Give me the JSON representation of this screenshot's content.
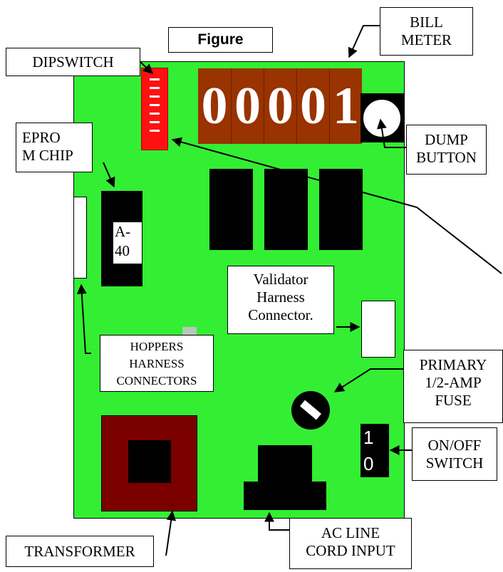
{
  "figure_title": "Figure",
  "labels": {
    "dipswitch": "DIPSWITCH",
    "bill_meter": "BILL\nMETER",
    "eprom_chip": "EPRO\nM CHIP",
    "chip_marking": "A-\n40",
    "dump_button": "DUMP\nBUTTON",
    "validator_harness": "Validator\nHarness\nConnector.",
    "hoppers_harness": "HOPPERS\nHARNESS\nCONNECTORS",
    "primary_fuse": "PRIMARY\n1/2-AMP\nFUSE",
    "on_off_switch": "ON/OFF\nSWITCH",
    "transformer": "TRANSFORMER",
    "ac_line_cord": "AC LINE\nCORD INPUT"
  },
  "bill_meter_digits": [
    "0",
    "0",
    "0",
    "0",
    "1"
  ],
  "switch_marks": {
    "on": "1",
    "off": "0"
  },
  "colors": {
    "board": "#33ee33",
    "meter": "#993300",
    "dipswitch": "#ff1111",
    "transformer": "#7a0000"
  }
}
